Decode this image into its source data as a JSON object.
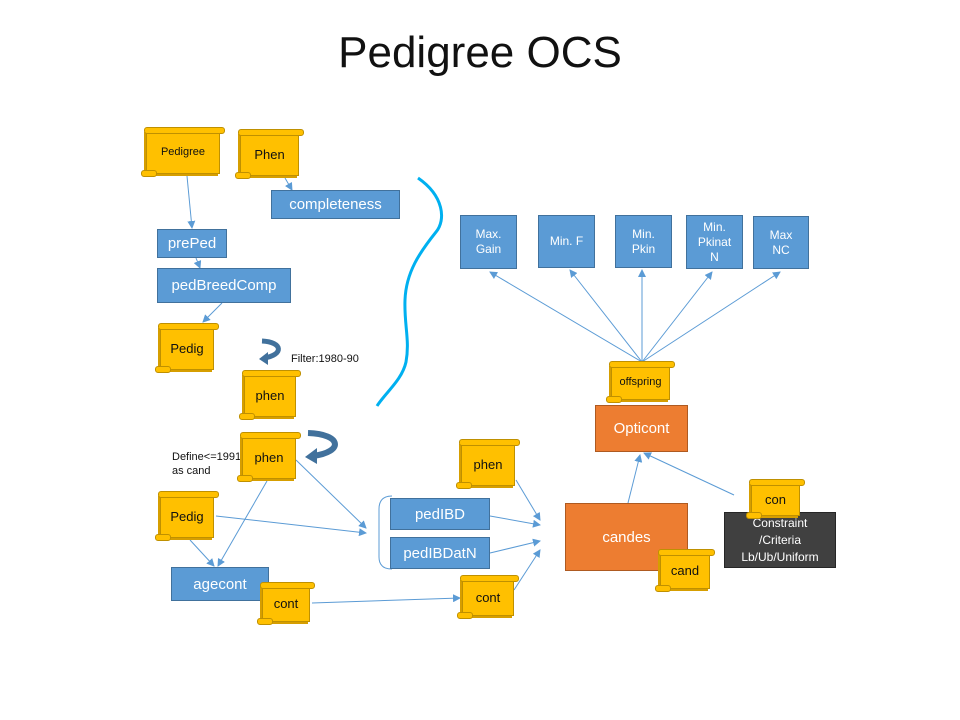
{
  "title": "Pedigree OCS",
  "nodes": {
    "pedigree": "Pedigree",
    "phen_top": "Phen",
    "completeness": "completeness",
    "preped": "prePed",
    "pedbreedcomp": "pedBreedComp",
    "pedig_top": "Pedig",
    "phen_mid": "phen",
    "phen_cand": "phen",
    "pedig_bottom": "Pedig",
    "agecont": "agecont",
    "cont_left": "cont",
    "cont_right": "cont",
    "phen_right": "phen",
    "pedibd": "pedIBD",
    "pedibdatn": "pedIBDatN",
    "candes": "candes",
    "cand": "cand",
    "opticont": "Opticont",
    "con": "con",
    "constraint": "Constraint\n/Criteria\nLb/Ub/Uniform",
    "offspring": "offspring",
    "max_gain": "Max.\nGain",
    "min_f": "Min. F",
    "min_pkin": "Min.\nPkin",
    "min_pkinatn": "Min.\nPkinat\nN",
    "max_nc": "Max\nNC"
  },
  "notes": {
    "filter": "Filter:1980-90",
    "define": "Define<=1991\nas cand"
  },
  "colors": {
    "scroll": "#ffc000",
    "blue_box": "#5b9bd5",
    "orange_box": "#ed7d31",
    "dark_box": "#404040",
    "connector": "#5b9bd5",
    "wavy_line": "#00b0f0"
  }
}
